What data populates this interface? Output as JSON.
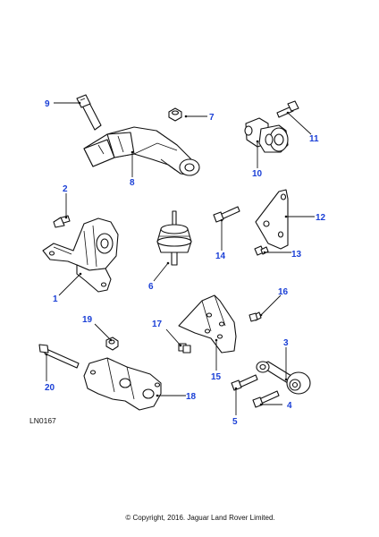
{
  "diagram": {
    "reference_code": "LN0167",
    "copyright": "© Copyright, 2016. Jaguar Land Rover Limited.",
    "callouts": {
      "c1": "1",
      "c2": "2",
      "c3": "3",
      "c4": "4",
      "c5": "5",
      "c6": "6",
      "c7": "7",
      "c8": "8",
      "c9": "9",
      "c10": "10",
      "c11": "11",
      "c12": "12",
      "c13": "13",
      "c14": "14",
      "c15": "15",
      "c16": "16",
      "c17": "17",
      "c18": "18",
      "c19": "19",
      "c20": "20"
    },
    "callout_color": "#1a3fd6"
  }
}
